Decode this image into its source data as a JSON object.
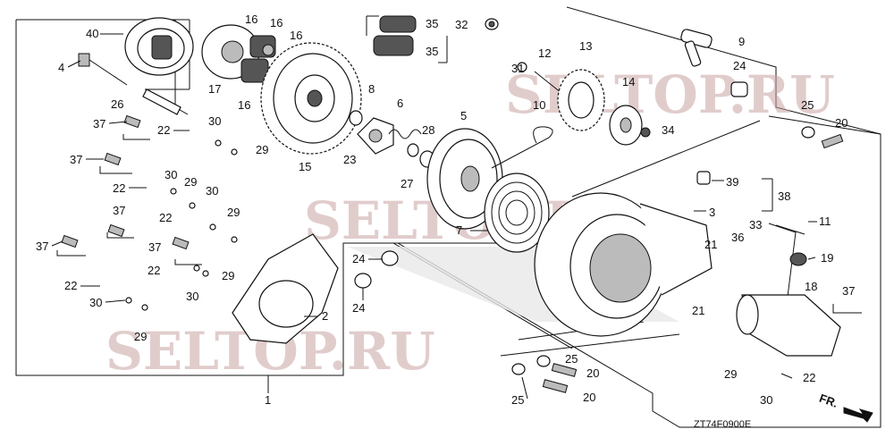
{
  "diagram": {
    "code": "ZT74F0900E",
    "direction_label": "FR.",
    "watermarks": [
      "SELTOP.RU",
      "SELTOP.RU",
      "SELTOP.RU"
    ],
    "callouts": {
      "p40": "40",
      "p4": "4",
      "p26": "26",
      "p37a": "37",
      "p22a": "22",
      "p30a": "30",
      "p29a": "29",
      "p16a": "16",
      "p16b": "16",
      "p16c": "16",
      "p16d": "16",
      "p17": "17",
      "p15": "15",
      "p35a": "35",
      "p35b": "35",
      "p32": "32",
      "p8": "8",
      "p6": "6",
      "p23": "23",
      "p28": "28",
      "p27": "27",
      "p5": "5",
      "p31": "31",
      "p12": "12",
      "p13": "13",
      "p10": "10",
      "p14": "14",
      "p34": "34",
      "p9": "9",
      "p24a": "24",
      "p25a": "25",
      "p20a": "20",
      "p37b": "37",
      "p22b": "22",
      "p30b": "30",
      "p29b": "29",
      "p30c": "30",
      "p37c": "37",
      "p22c": "22",
      "p29c": "29",
      "p37d": "37",
      "p37e": "37",
      "p22d": "22",
      "p29d": "29",
      "p30d": "30",
      "p22e": "22",
      "p30e": "30",
      "p29e": "29",
      "p2": "2",
      "p1": "1",
      "p7": "7",
      "p3": "3",
      "p39": "39",
      "p38": "38",
      "p24b": "24",
      "p24c": "24",
      "p33": "33",
      "p36": "36",
      "p11": "11",
      "p19": "19",
      "p21a": "21",
      "p21b": "21",
      "p18": "18",
      "p37f": "37",
      "p25b": "25",
      "p20b": "20",
      "p25c": "25",
      "p20c": "20",
      "p29f": "29",
      "p22f": "22",
      "p30f": "30"
    }
  }
}
